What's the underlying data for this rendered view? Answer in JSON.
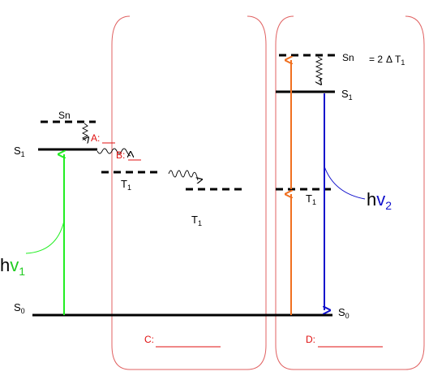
{
  "colors": {
    "level": "#000000",
    "bracket": "#e06060",
    "label_red": "#e01010",
    "excite": "#22ee22",
    "upconv": "#f07020",
    "emission": "#1010cc"
  },
  "left": {
    "sn": "Sn",
    "s1": "S",
    "s1_sub": "1",
    "a_label": "A:",
    "b_label": "B:",
    "t1": "T",
    "t1_sub": "1",
    "s0": "S",
    "s0_sub": "0",
    "hv_h": "h",
    "hv_v": "v",
    "hv_sub": "1"
  },
  "middle": {
    "t1": "T",
    "t1_sub": "1",
    "c_label": "C:"
  },
  "right": {
    "sn": "Sn",
    "energy": "= 2",
    "delta": "Δ",
    "energy_t": "T",
    "energy_sub": "1",
    "s1": "S",
    "s1_sub": "1",
    "t1": "T",
    "t1_sub": "1",
    "s0": "S",
    "s0_sub": "0",
    "hv_h": "h",
    "hv_v": "v",
    "hv_sub": "2",
    "d_label": "D:"
  }
}
